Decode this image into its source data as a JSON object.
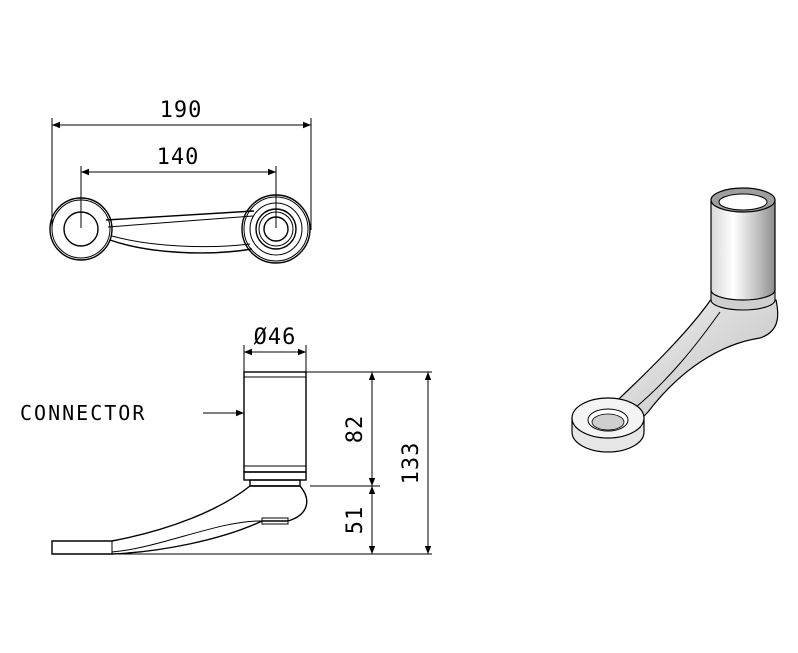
{
  "dimensions": {
    "overall_width": "190",
    "center_distance": "140",
    "connector_diameter": "Ø46",
    "connector_height": "82",
    "arm_drop": "51",
    "total_height": "133"
  },
  "labels": {
    "connector": "CONNECTOR"
  }
}
